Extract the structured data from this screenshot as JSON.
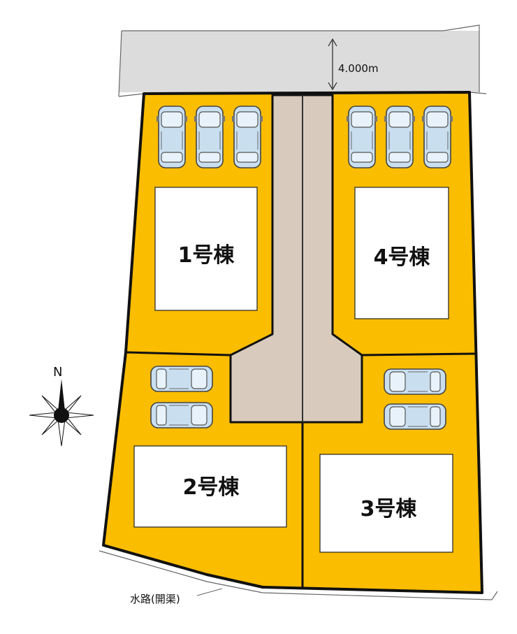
{
  "colors": {
    "lot": "#fbbd00",
    "road": "#dcdcdc",
    "driveway": "#d8cbbd",
    "outline": "#111111",
    "car_body": "#c9dff0",
    "building": "#ffffff"
  },
  "road": {
    "width_label": "4.000m"
  },
  "buildings": [
    {
      "id": 1,
      "label": "1号棟"
    },
    {
      "id": 2,
      "label": "2号棟"
    },
    {
      "id": 3,
      "label": "3号棟"
    },
    {
      "id": 4,
      "label": "4号棟"
    }
  ],
  "waterway": {
    "label": "水路(開渠)"
  },
  "compass": {
    "north_label": "N",
    "icon": "compass-rose-icon"
  },
  "parking": {
    "car_icon": "car-icon",
    "lot1_spaces": 3,
    "lot4_spaces": 3,
    "lot2_spaces": 2,
    "lot3_spaces": 2
  }
}
